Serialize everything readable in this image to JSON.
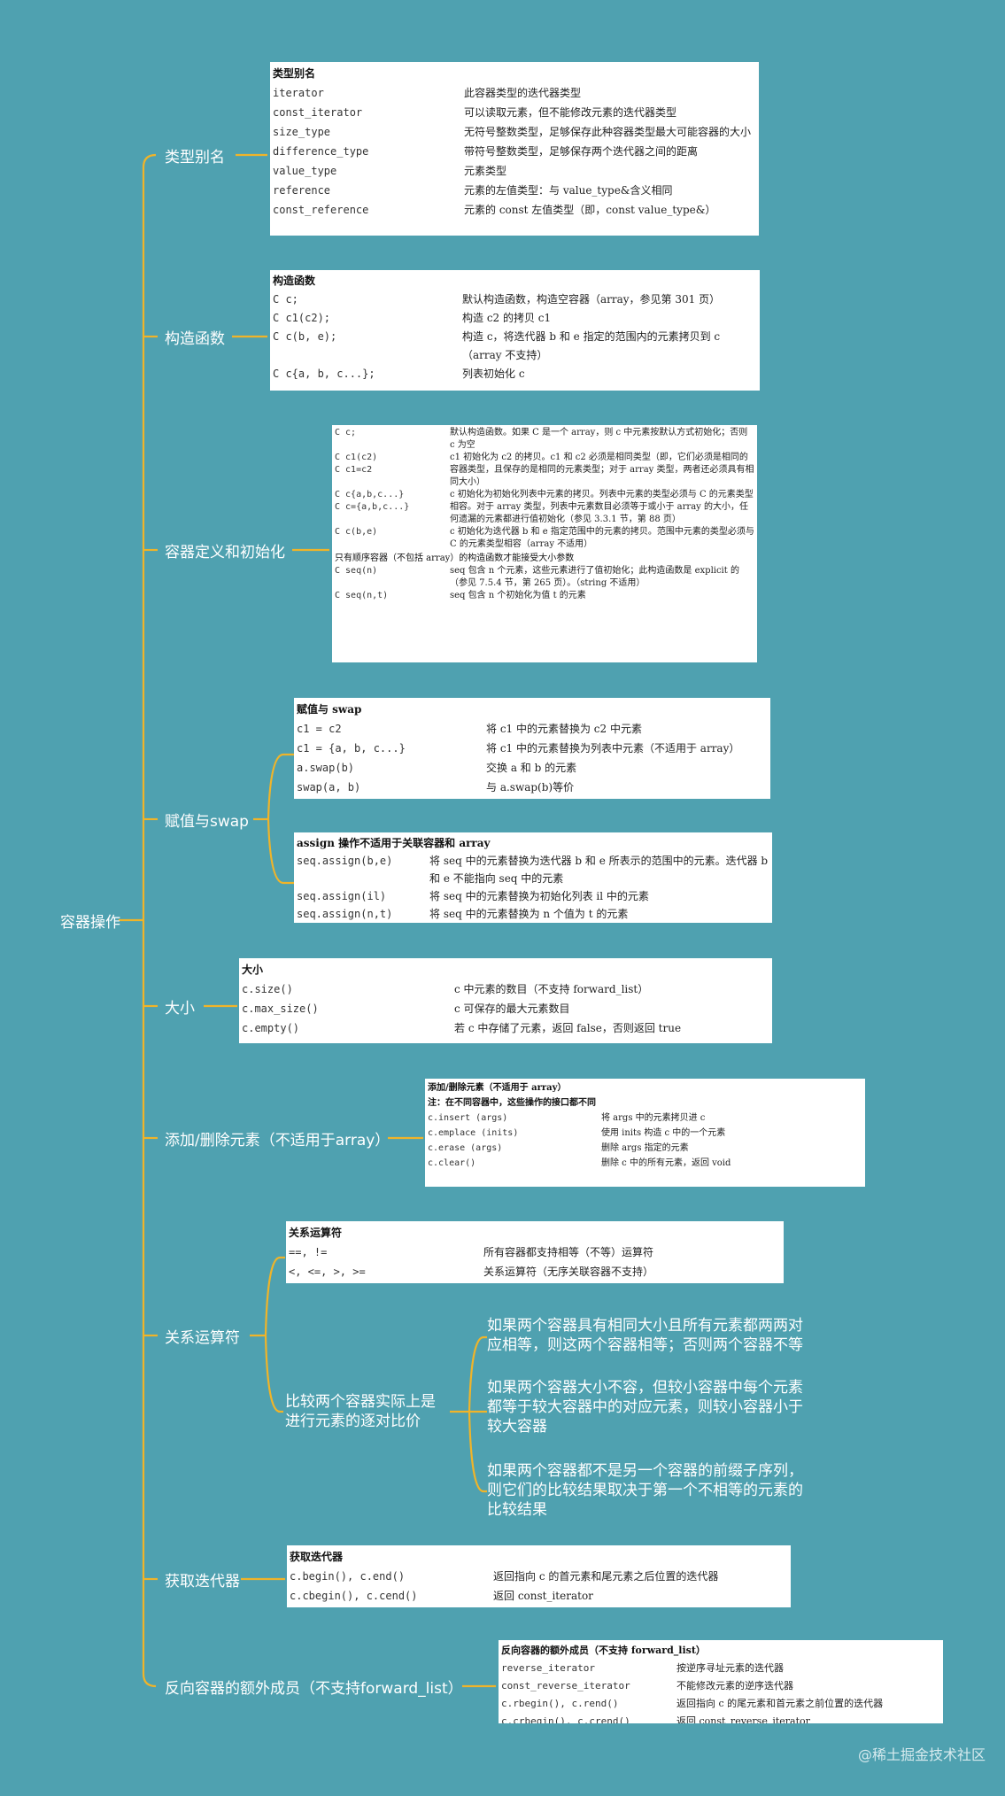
{
  "root": "容器操作",
  "branches": {
    "type_alias": "类型别名",
    "constructors": "构造函数",
    "define_init": "容器定义和初始化",
    "assign_swap": "赋值与swap",
    "size": "大小",
    "add_remove": "添加/删除元素（不适用于array）",
    "relational": "关系运算符",
    "iterators": "获取迭代器",
    "reverse": "反向容器的额外成员（不支持forward_list）"
  },
  "cards": {
    "type_alias": {
      "title": "类型别名",
      "rows": [
        {
          "k": "iterator",
          "v": "此容器类型的迭代器类型"
        },
        {
          "k": "const_iterator",
          "v": "可以读取元素，但不能修改元素的迭代器类型"
        },
        {
          "k": "size_type",
          "v": "无符号整数类型，足够保存此种容器类型最大可能容器的大小"
        },
        {
          "k": "difference_type",
          "v": "带符号整数类型，足够保存两个迭代器之间的距离"
        },
        {
          "k": "value_type",
          "v": "元素类型"
        },
        {
          "k": "reference",
          "v": "元素的左值类型：与 value_type&含义相同"
        },
        {
          "k": "const_reference",
          "v": "元素的 const 左值类型（即，const value_type&）"
        }
      ]
    },
    "constructors": {
      "title": "构造函数",
      "rows": [
        {
          "k": "C c;",
          "v": "默认构造函数，构造空容器（array，参见第 301 页）"
        },
        {
          "k": "C c1(c2);",
          "v": "构造 c2 的拷贝 c1"
        },
        {
          "k": "C c(b, e);",
          "v": "构造 c，将迭代器 b 和 e 指定的范围内的元素拷贝到 c（array 不支持）"
        },
        {
          "k": "C c{a, b, c...};",
          "v": "列表初始化 c"
        }
      ]
    },
    "define_init": {
      "rows": [
        {
          "k": "C c;",
          "v": "默认构造函数。如果 C 是一个 array，则 c 中元素按默认方式初始化；否则 c 为空"
        },
        {
          "k": "C c1(c2)\nC c1=c2",
          "v": "c1 初始化为 c2 的拷贝。c1 和 c2 必须是相同类型（即，它们必须是相同的容器类型，且保存的是相同的元素类型；对于 array 类型，两者还必须具有相同大小）"
        },
        {
          "k": "C c{a,b,c...}\nC c={a,b,c...}",
          "v": "c 初始化为初始化列表中元素的拷贝。列表中元素的类型必须与 C 的元素类型相容。对于 array 类型，列表中元素数目必须等于或小于 array 的大小，任何遗漏的元素都进行值初始化（参见 3.3.1 节，第 88 页）"
        },
        {
          "k": "C c(b,e)",
          "v": "c 初始化为迭代器 b 和 e 指定范围中的元素的拷贝。范围中元素的类型必须与 C 的元素类型相容（array 不适用）"
        }
      ],
      "subtitle": "只有顺序容器（不包括 array）的构造函数才能接受大小参数",
      "rows2": [
        {
          "k": "C seq(n)",
          "v": "seq 包含 n 个元素，这些元素进行了值初始化；此构造函数是 explicit 的（参见 7.5.4 节，第 265 页）。（string 不适用）"
        },
        {
          "k": "C seq(n,t)",
          "v": "seq 包含 n 个初始化为值 t 的元素"
        }
      ]
    },
    "assign_swap": {
      "title": "赋值与 swap",
      "rows": [
        {
          "k": "c1 = c2",
          "v": "将 c1 中的元素替换为 c2 中元素"
        },
        {
          "k": "c1 = {a, b, c...}",
          "v": "将 c1 中的元素替换为列表中元素（不适用于 array）"
        },
        {
          "k": "a.swap(b)",
          "v": "交换 a 和 b 的元素"
        },
        {
          "k": "swap(a, b)",
          "v": "与 a.swap(b)等价"
        }
      ]
    },
    "assign_ops": {
      "title": "assign 操作不适用于关联容器和 array",
      "rows": [
        {
          "k": "seq.assign(b,e)",
          "v": "将 seq 中的元素替换为迭代器 b 和 e 所表示的范围中的元素。迭代器 b 和 e 不能指向 seq 中的元素"
        },
        {
          "k": "seq.assign(il)",
          "v": "将 seq 中的元素替换为初始化列表 il 中的元素"
        },
        {
          "k": "seq.assign(n,t)",
          "v": "将 seq 中的元素替换为 n 个值为 t 的元素"
        }
      ]
    },
    "size": {
      "title": "大小",
      "rows": [
        {
          "k": "c.size()",
          "v": "c 中元素的数目（不支持 forward_list）"
        },
        {
          "k": "c.max_size()",
          "v": "c 可保存的最大元素数目"
        },
        {
          "k": "c.empty()",
          "v": "若 c 中存储了元素，返回 false，否则返回 true"
        }
      ]
    },
    "add_remove": {
      "title": "添加/删除元素（不适用于 array）",
      "subtitle": "注：在不同容器中，这些操作的接口都不同",
      "rows": [
        {
          "k": "c.insert (args)",
          "v": "将 args 中的元素拷贝进 c"
        },
        {
          "k": "c.emplace (inits)",
          "v": "使用 inits 构造 c 中的一个元素"
        },
        {
          "k": "c.erase (args)",
          "v": "删除 args 指定的元素"
        },
        {
          "k": "c.clear()",
          "v": "删除 c 中的所有元素，返回 void"
        }
      ]
    },
    "relational": {
      "title": "关系运算符",
      "rows": [
        {
          "k": "==, !=",
          "v": "所有容器都支持相等（不等）运算符"
        },
        {
          "k": "<, <=, >, >=",
          "v": "关系运算符（无序关联容器不支持）"
        }
      ]
    },
    "iterators": {
      "title": "获取迭代器",
      "rows": [
        {
          "k": "c.begin(), c.end()",
          "v": "返回指向 c 的首元素和尾元素之后位置的迭代器"
        },
        {
          "k": "c.cbegin(), c.cend()",
          "v": "返回 const_iterator"
        }
      ]
    },
    "reverse": {
      "title": "反向容器的额外成员（不支持 forward_list）",
      "rows": [
        {
          "k": "reverse_iterator",
          "v": "按逆序寻址元素的迭代器"
        },
        {
          "k": "const_reverse_iterator",
          "v": "不能修改元素的逆序迭代器"
        },
        {
          "k": "c.rbegin(), c.rend()",
          "v": "返回指向 c 的尾元素和首元素之前位置的迭代器"
        },
        {
          "k": "c.crbegin(), c.crend()",
          "v": "返回 const_reverse_iterator"
        }
      ]
    }
  },
  "comparison": {
    "label": "比较两个容器实际上是进行元素的逐对比价",
    "rules": [
      "如果两个容器具有相同大小且所有元素都两两对应相等，则这两个容器相等；否则两个容器不等",
      "如果两个容器大小不容，但较小容器中每个元素都等于较大容器中的对应元素，则较小容器小于较大容器",
      "如果两个容器都不是另一个容器的前缀子序列，则它们的比较结果取决于第一个不相等的元素的比较结果"
    ]
  },
  "watermark": "@稀土掘金技术社区",
  "colors": {
    "background": "#4fa1b0",
    "connector": "#f0b429",
    "card": "#ffffff"
  }
}
